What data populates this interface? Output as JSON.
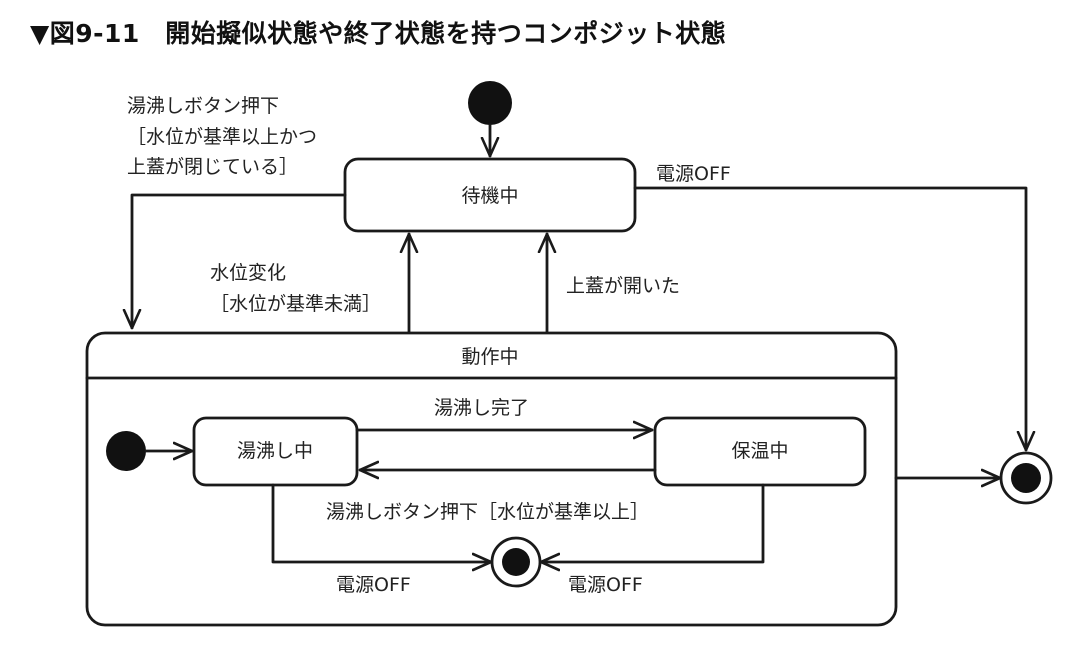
{
  "figure": {
    "title": "▼図9-11　開始擬似状態や終了状態を持つコンポジット状態"
  },
  "states": {
    "waiting": "待機中",
    "operating": "動作中",
    "boiling": "湯沸し中",
    "keeping_warm": "保温中"
  },
  "transitions": {
    "boil_button_outer": {
      "line1": "湯沸しボタン押下",
      "line2": "［水位が基準以上かつ",
      "line3": "上蓋が閉じている］"
    },
    "water_level_change": {
      "line1": "水位変化",
      "line2": "［水位が基準未満］"
    },
    "lid_opened": "上蓋が開いた",
    "power_off_outer": "電源OFF",
    "boil_complete": "湯沸し完了",
    "boil_button_inner": "湯沸しボタン押下［水位が基準以上］",
    "power_off_left": "電源OFF",
    "power_off_right": "電源OFF"
  },
  "colors": {
    "stroke": "#1a1a1a",
    "text": "#222222",
    "background": "#ffffff"
  }
}
